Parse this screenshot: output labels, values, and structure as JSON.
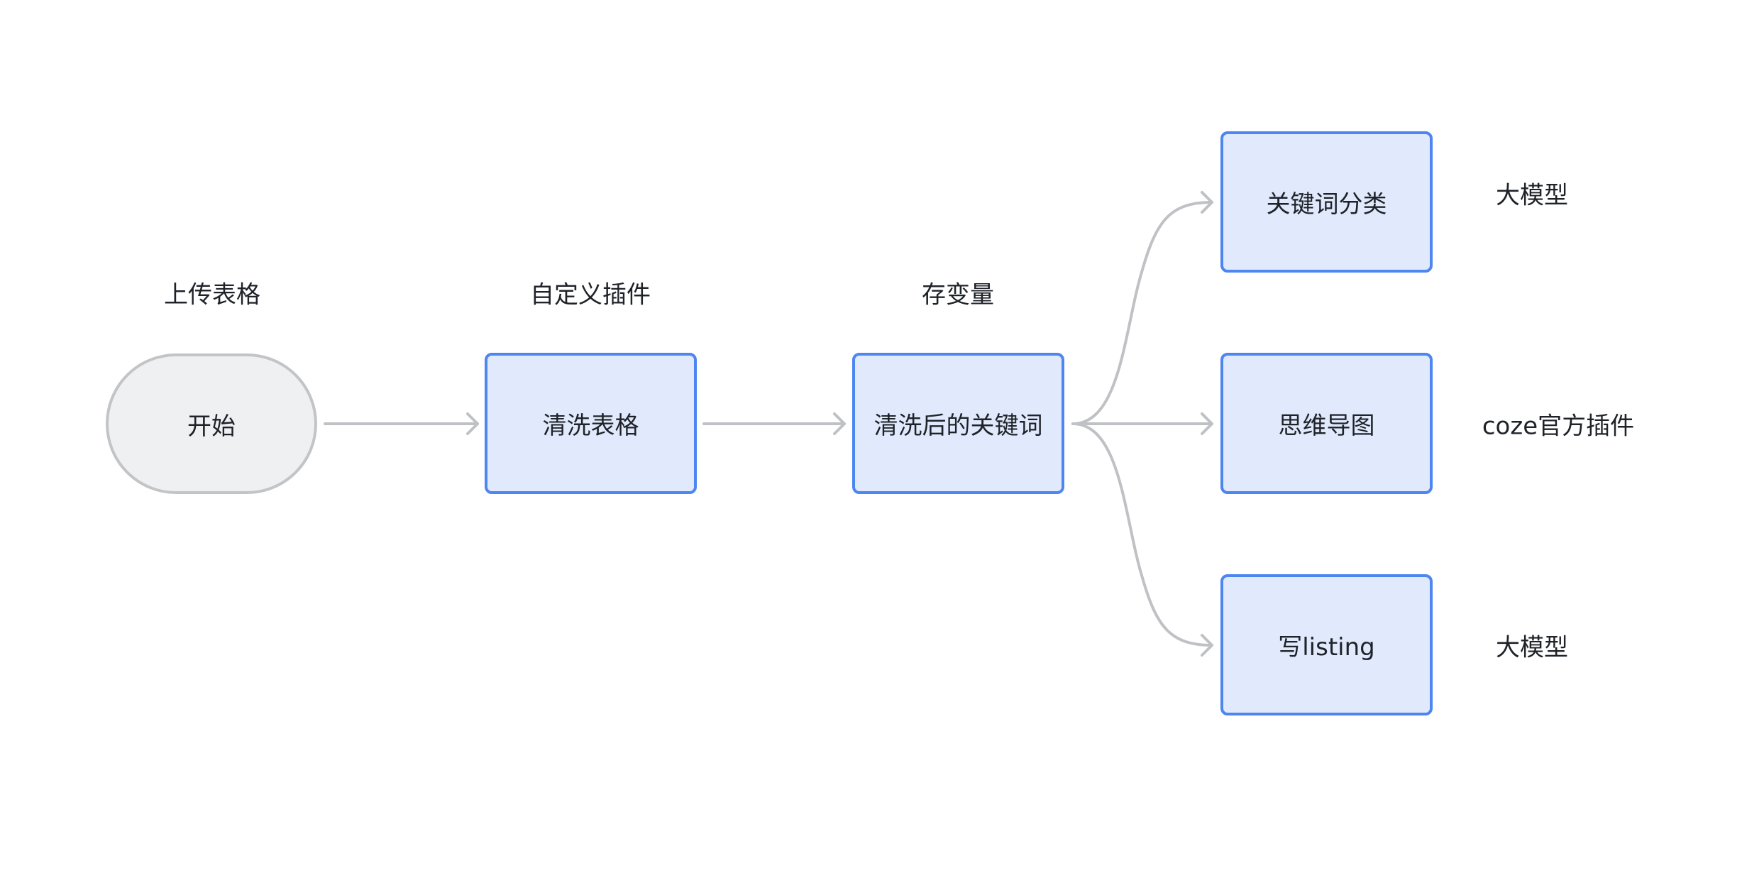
{
  "nodes": {
    "start": "开始",
    "clean_table": "清洗表格",
    "cleaned_keywords": "清洗后的关键词",
    "keyword_classify": "关键词分类",
    "mind_map": "思维导图",
    "write_listing": "写listing"
  },
  "annotations": {
    "upload_table": "上传表格",
    "custom_plugin": "自定义插件",
    "store_variable": "存变量",
    "llm_top": "大模型",
    "coze_plugin": "coze官方插件",
    "llm_bottom": "大模型"
  },
  "colors": {
    "terminal_fill": "#eff0f1",
    "terminal_border": "#c2c4c7",
    "process_fill": "#e1eafc",
    "process_border": "#4d86f0",
    "connector": "#bfc1c4",
    "text": "#1f2329"
  }
}
